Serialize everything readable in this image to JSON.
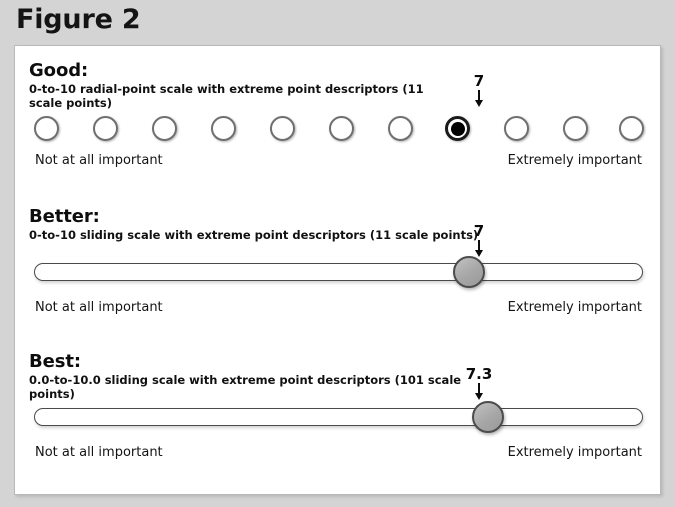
{
  "figure": {
    "title": "Figure 2"
  },
  "sections": [
    {
      "key": "good",
      "heading": "Good:",
      "description": "0-to-10 radial-point scale with extreme point descriptors (11 scale points)",
      "control_type": "radial-point-scale",
      "scale_points": 11,
      "scale_min": 0,
      "scale_max": 10,
      "selected_value": "7",
      "selected_index": 7,
      "pointer_label": "7",
      "anchor_low": "Not at all important",
      "anchor_high": "Extremely important"
    },
    {
      "key": "better",
      "heading": "Better:",
      "description": "0-to-10 sliding scale with extreme point descriptors (11 scale points)",
      "control_type": "sliding-scale",
      "scale_points": 11,
      "scale_min": 0,
      "scale_max": 10,
      "selected_value": "7",
      "pointer_label": "7",
      "handle_percent": 71.5,
      "anchor_low": "Not at all important",
      "anchor_high": "Extremely important"
    },
    {
      "key": "best",
      "heading": "Best:",
      "description": "0.0-to-10.0 sliding scale with extreme point descriptors (101 scale points)",
      "control_type": "sliding-scale",
      "scale_points": 101,
      "scale_min": 0.0,
      "scale_max": 10.0,
      "selected_value": "7.3",
      "pointer_label": "7.3",
      "handle_percent": 74.5,
      "anchor_low": "Not at all important",
      "anchor_high": "Extremely important"
    }
  ],
  "radial_options": [
    {
      "value": "0",
      "selected": false
    },
    {
      "value": "1",
      "selected": false
    },
    {
      "value": "2",
      "selected": false
    },
    {
      "value": "3",
      "selected": false
    },
    {
      "value": "4",
      "selected": false
    },
    {
      "value": "5",
      "selected": false
    },
    {
      "value": "6",
      "selected": false
    },
    {
      "value": "7",
      "selected": true
    },
    {
      "value": "8",
      "selected": false
    },
    {
      "value": "9",
      "selected": false
    },
    {
      "value": "10",
      "selected": false
    }
  ],
  "colors": {
    "page_background": "#d4d4d4",
    "panel_background": "#ffffff",
    "panel_border": "#b9b9b9",
    "text": "#111111",
    "radio_border": "#6f6f6f",
    "radio_selected_fill": "#000000",
    "slider_track_border": "#4a4a4a",
    "slider_handle_fill": "#a9a9a9",
    "slider_handle_border": "#4c4c4c"
  }
}
